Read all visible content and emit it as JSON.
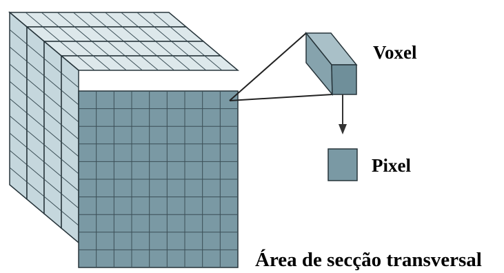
{
  "labels": {
    "voxel": "Voxel",
    "pixel": "Pixel",
    "cross_section": "Área de secção transversal"
  },
  "colors": {
    "front_face": "#7a99a4",
    "side_faces": "#c5d7dd",
    "back_faces": "#dde8eb",
    "grid_line": "#3b4e56",
    "outline": "#26343a",
    "voxel_front": "#6f8f9a",
    "voxel_top": "#a9c0c8",
    "voxel_side": "#86a3ad"
  },
  "icons": [
    "voxel-cube-icon",
    "pixel-square-icon",
    "down-arrow-icon"
  ]
}
